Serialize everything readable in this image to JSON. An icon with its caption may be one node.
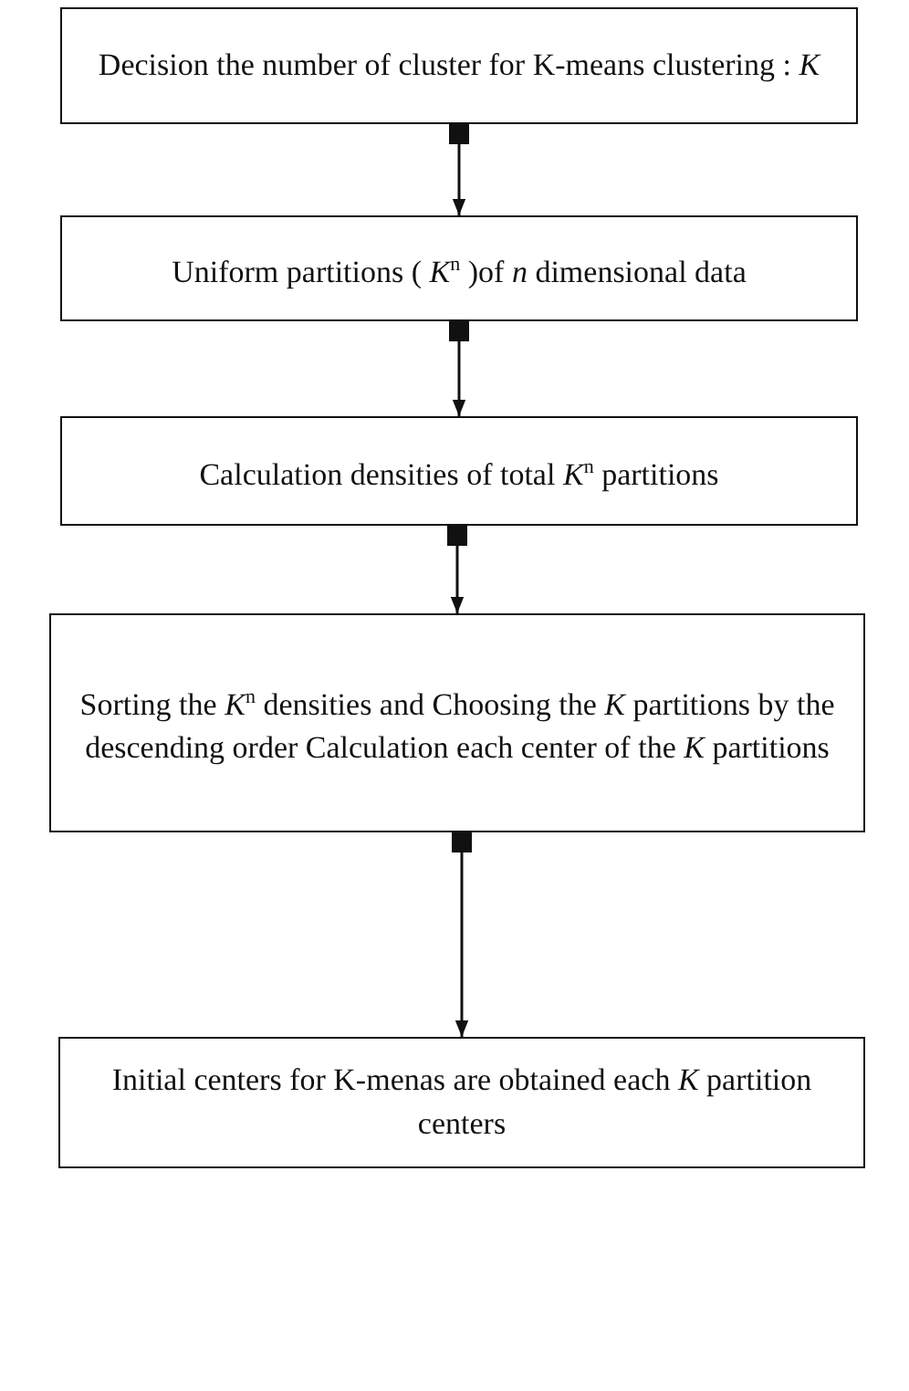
{
  "diagram": {
    "nodes": [
      {
        "text": [
          "Decision the number of cluster for K-means clustering : *K*"
        ]
      },
      {
        "text": [
          "Uniform partitions ( *K*$^{n}$ )of *n* dimensional data"
        ]
      },
      {
        "text": [
          "Calculation densities of total *K*$^{n}$ partitions"
        ]
      },
      {
        "text": [
          "Sorting the *K*$^{n}$ densities and Choosing the *K* partitions by the descending order Calculation each center of the *K* partitions"
        ]
      },
      {
        "text": [
          "Initial centers for K-menas are obtained each *K* partition centers"
        ]
      }
    ],
    "edges": [
      {
        "from": 0,
        "to": 1,
        "arrow": "to"
      },
      {
        "from": 1,
        "to": 2,
        "arrow": "to"
      },
      {
        "from": 2,
        "to": 3,
        "arrow": "to"
      },
      {
        "from": 3,
        "to": 4,
        "arrow": "to"
      }
    ]
  }
}
